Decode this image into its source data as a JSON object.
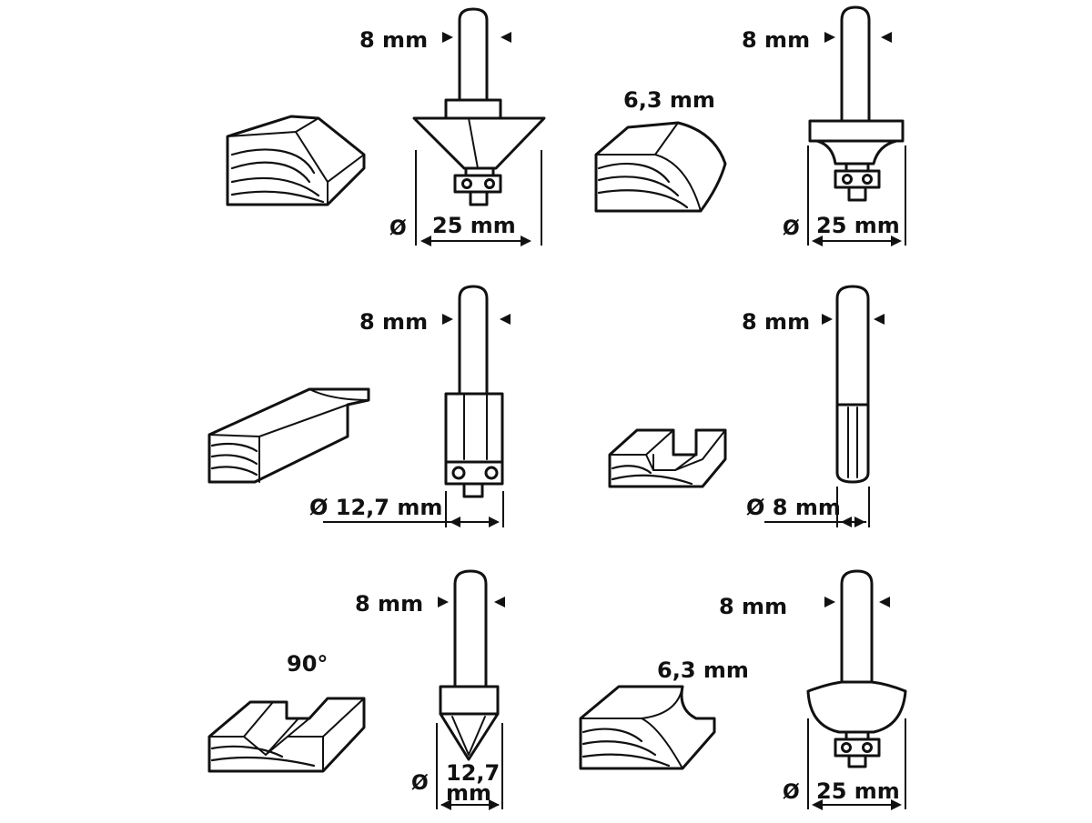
{
  "labels": {
    "shank_8mm": "8 mm",
    "diameter_symbol": "Ø",
    "d_25mm": "25 mm",
    "radius_6_3mm": "6,3 mm",
    "d_12_7mm": "Ø 12,7 mm",
    "d_8mm": "Ø 8 mm",
    "angle_90": "90°",
    "d_12_7_top": "12,7",
    "d_12_7_bottom": "mm"
  },
  "colors": {
    "line": "#111111",
    "background": "#ffffff"
  }
}
